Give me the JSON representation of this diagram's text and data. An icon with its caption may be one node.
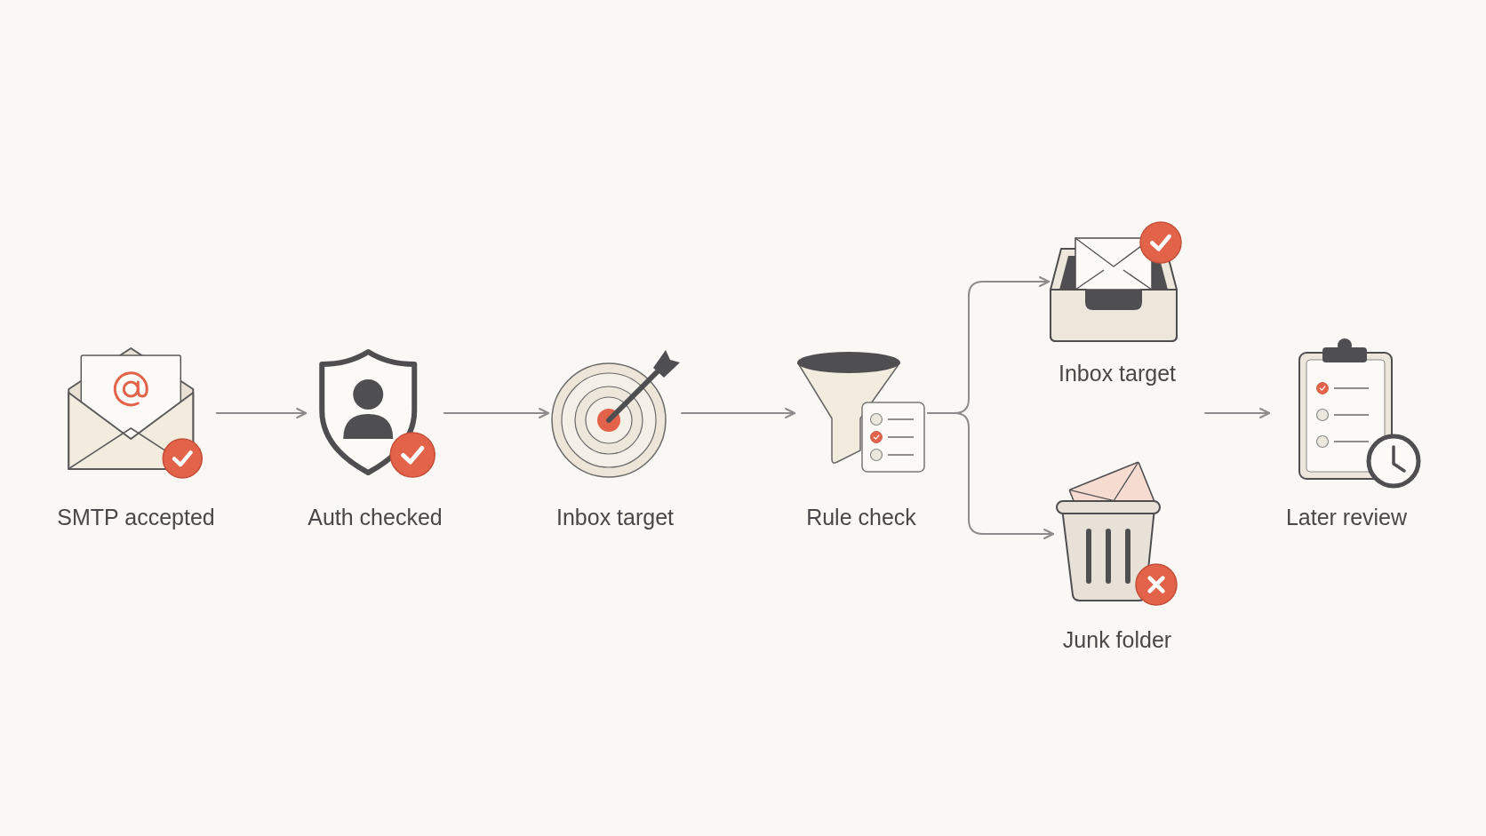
{
  "diagram": {
    "nodes": [
      {
        "text": [
          "SMTP accepted"
        ]
      },
      {
        "text": [
          "Auth checked"
        ]
      },
      {
        "text": [
          "Inbox target"
        ]
      },
      {
        "text": [
          "Rule check"
        ]
      },
      {
        "text": [
          "Inbox target"
        ]
      },
      {
        "text": [
          "Junk folder"
        ]
      },
      {
        "text": [
          "Later review"
        ]
      }
    ],
    "edges": [
      {
        "from": 0,
        "to": 1,
        "arrow": "to"
      },
      {
        "from": 1,
        "to": 2,
        "arrow": "to"
      },
      {
        "from": 2,
        "to": 3,
        "arrow": "to"
      },
      {
        "from": 3,
        "to": 4,
        "arrow": "to"
      },
      {
        "from": 3,
        "to": 5,
        "arrow": "to"
      },
      {
        "from": null,
        "to": 6,
        "arrow": "to"
      }
    ]
  }
}
